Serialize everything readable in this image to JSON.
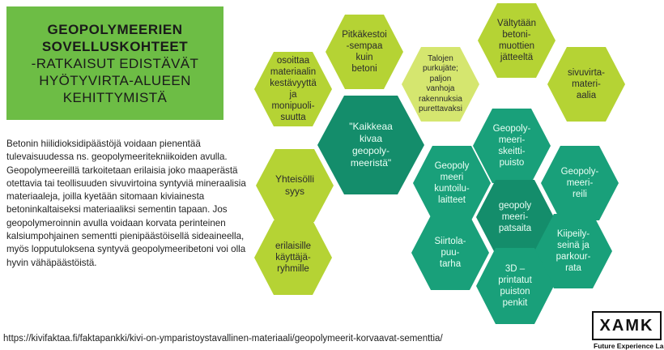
{
  "title": {
    "line1": "GEOPOLYMEERIEN",
    "line2": "SOVELLUSKOHTEET",
    "line3": "-RATKAISUT EDISTÄVÄT",
    "line4": "HYÖTYVIRTA-ALUEEN",
    "line5": "KEHITTYMISTÄ"
  },
  "body_text": "Betonin hiilidioksidipäästöjä voidaan pienentää tulevaisuudessa ns. geopolymeeritekniikoiden avulla. Geopolymeereillä tarkoitetaan erilaisia joko maaperästä otettavia tai teollisuuden sivuvirtoina syntyviä mineraalisia materiaaleja, joilla kyetään sitomaan kiviainesta betoninkaltaiseksi materiaaliksi sementin tapaan. Jos geopolymeroinnin avulla voidaan korvata perinteinen kalsiumpohjainen sementti pienipäästöisellä sideaineella, myös lopputuloksena syntyvä geopolymeeribetoni voi olla hyvin vähäpäästöistä.",
  "url": "https://kivifaktaa.fi/faktapankki/kivi-on-ymparistoystavallinen-materiaali/geopolymeerit-korvaavat-sementtia/",
  "logo": {
    "text": "XAMK",
    "subtitle": "Future Experience Lab"
  },
  "colors": {
    "title_bg": "#6dbd45",
    "light_green": "#b5d334",
    "dark_teal": "#148d6b",
    "teal": "#19a07a"
  },
  "hexagons": [
    {
      "id": "kestavyys",
      "text": "osoittaa\nmateriaalin\nkestävyyttä\nja\nmonipuoli-\nsuutta"
    },
    {
      "id": "pitkakestoisempaa",
      "text": "Pitkäkestoi\n-sempaa\nkuin\nbetoni"
    },
    {
      "id": "taloje",
      "text": "Talojen\npurkujäte;\npaljon\nvanhoja\nrakennuksia\npurettavaksi"
    },
    {
      "id": "valtytaan",
      "text": "Vältytään\nbetoni-\nmuottien\njätteeltä"
    },
    {
      "id": "sivuvirta",
      "text": "sivuvirta-\nmateri-\naalia"
    },
    {
      "id": "kaikkea",
      "text": "\"Kaikkeaa\nkivaa\ngeopoly-\nmeeristä\""
    },
    {
      "id": "skeittipuisto",
      "text": "Geopoly-\nmeeri-\nskeitti-\npuisto"
    },
    {
      "id": "kuntoilulaitteet",
      "text": "Geopoly\nmeeri\nkuntoilu-\nlaitteet"
    },
    {
      "id": "reili",
      "text": "Geopoly-\nmeeri-\nreili"
    },
    {
      "id": "yhteisollisyys",
      "text": "Yhteisölli\nsyys"
    },
    {
      "id": "patsaita",
      "text": "geopoly\nmeeri-\npatsaita"
    },
    {
      "id": "siirtolapuutarha",
      "text": "Siirtola-\npuu-\ntarha"
    },
    {
      "id": "kiipeilyseina",
      "text": "Kiipeily-\nseinä ja\nparkour-\nrata"
    },
    {
      "id": "kayttajaryhmille",
      "text": "erilaisille\nkäyttäjä-\nryhmille"
    },
    {
      "id": "printatut",
      "text": "3D –\nprintatut\npuiston\npenkit"
    }
  ]
}
